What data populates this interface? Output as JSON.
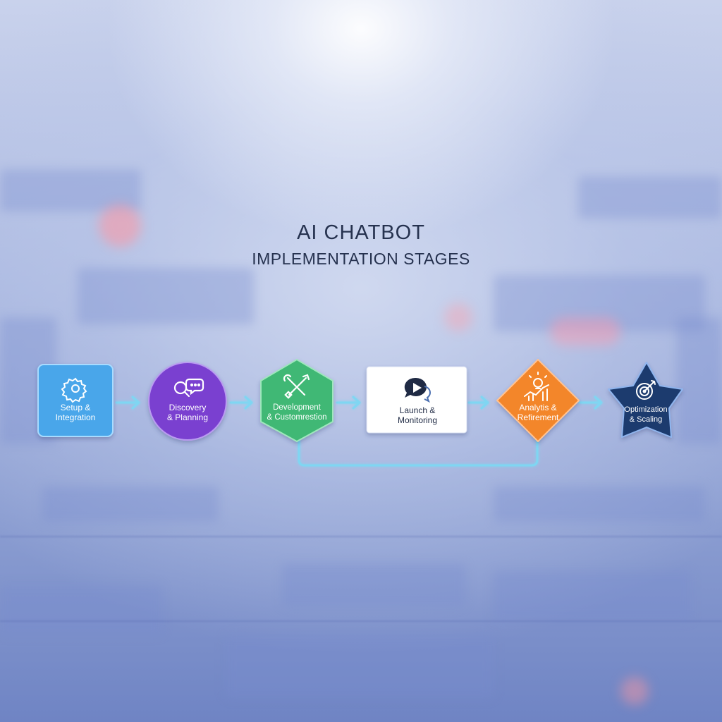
{
  "title": {
    "main": "AI CHATBOT",
    "sub": "IMPLEMENTATION STAGES"
  },
  "stages": [
    {
      "label": "Setup &\nIntegration",
      "icon": "gear-icon",
      "shape": "rounded-square",
      "color": "#4aa6ea"
    },
    {
      "label": "Discovery\n& Planning",
      "icon": "magnifier-chat-icon",
      "shape": "circle",
      "color": "#7a3fd0"
    },
    {
      "label": "Development\n& Customrestion",
      "icon": "tools-icon",
      "shape": "hexagon",
      "color": "#3fb874"
    },
    {
      "label": "Launch &\nMonitoring",
      "icon": "video-chat-icon",
      "shape": "rectangle",
      "color": "#ffffff"
    },
    {
      "label": "Analytis &\nRefirement",
      "icon": "lightbulb-chart-icon",
      "shape": "diamond",
      "color": "#f3862b"
    },
    {
      "label": "Optimization\n& Scaling",
      "icon": "target-icon",
      "shape": "star",
      "color": "#1f3a6e"
    }
  ],
  "colors": {
    "connector": "#7fd6f2",
    "title": "#26324f"
  }
}
